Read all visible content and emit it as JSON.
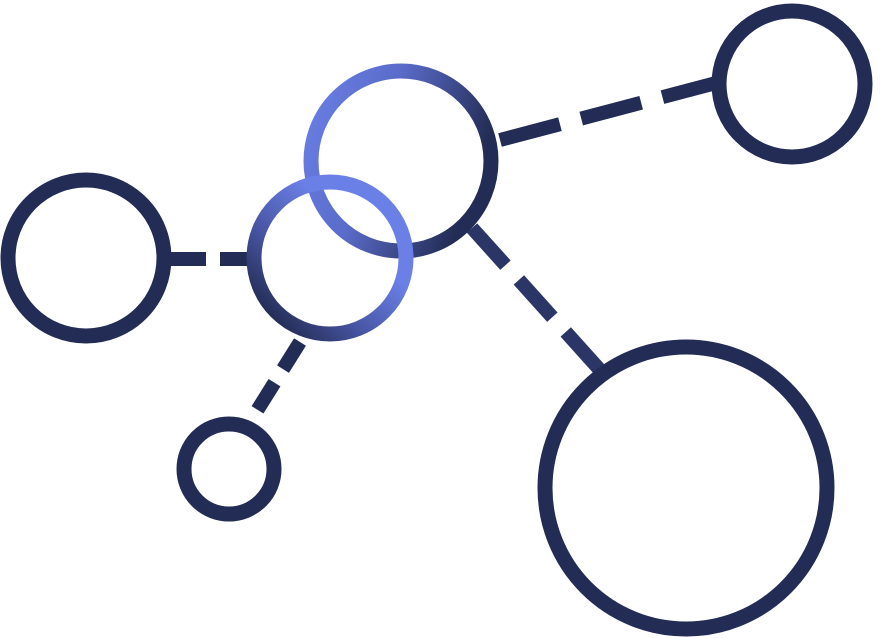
{
  "illustration": {
    "icon": "network-graph-icon",
    "colors": {
      "dark_navy": "#232c54",
      "accent_blue": "#6b80e6",
      "background": "#ffffff"
    },
    "nodes": [
      {
        "id": "hub-node",
        "accent": true
      },
      {
        "id": "center-node",
        "accent": true
      },
      {
        "id": "left-node",
        "accent": false
      },
      {
        "id": "top-right-node",
        "accent": false
      },
      {
        "id": "small-bottom-node",
        "accent": false
      },
      {
        "id": "large-bottom-right-node",
        "accent": false
      }
    ],
    "links": [
      {
        "from": "hub-node",
        "to": "top-right-node",
        "style": "dashed"
      },
      {
        "from": "hub-node",
        "to": "large-bottom-right-node",
        "style": "dashed"
      },
      {
        "from": "center-node",
        "to": "left-node",
        "style": "dashed"
      },
      {
        "from": "center-node",
        "to": "small-bottom-node",
        "style": "dashed"
      }
    ]
  }
}
